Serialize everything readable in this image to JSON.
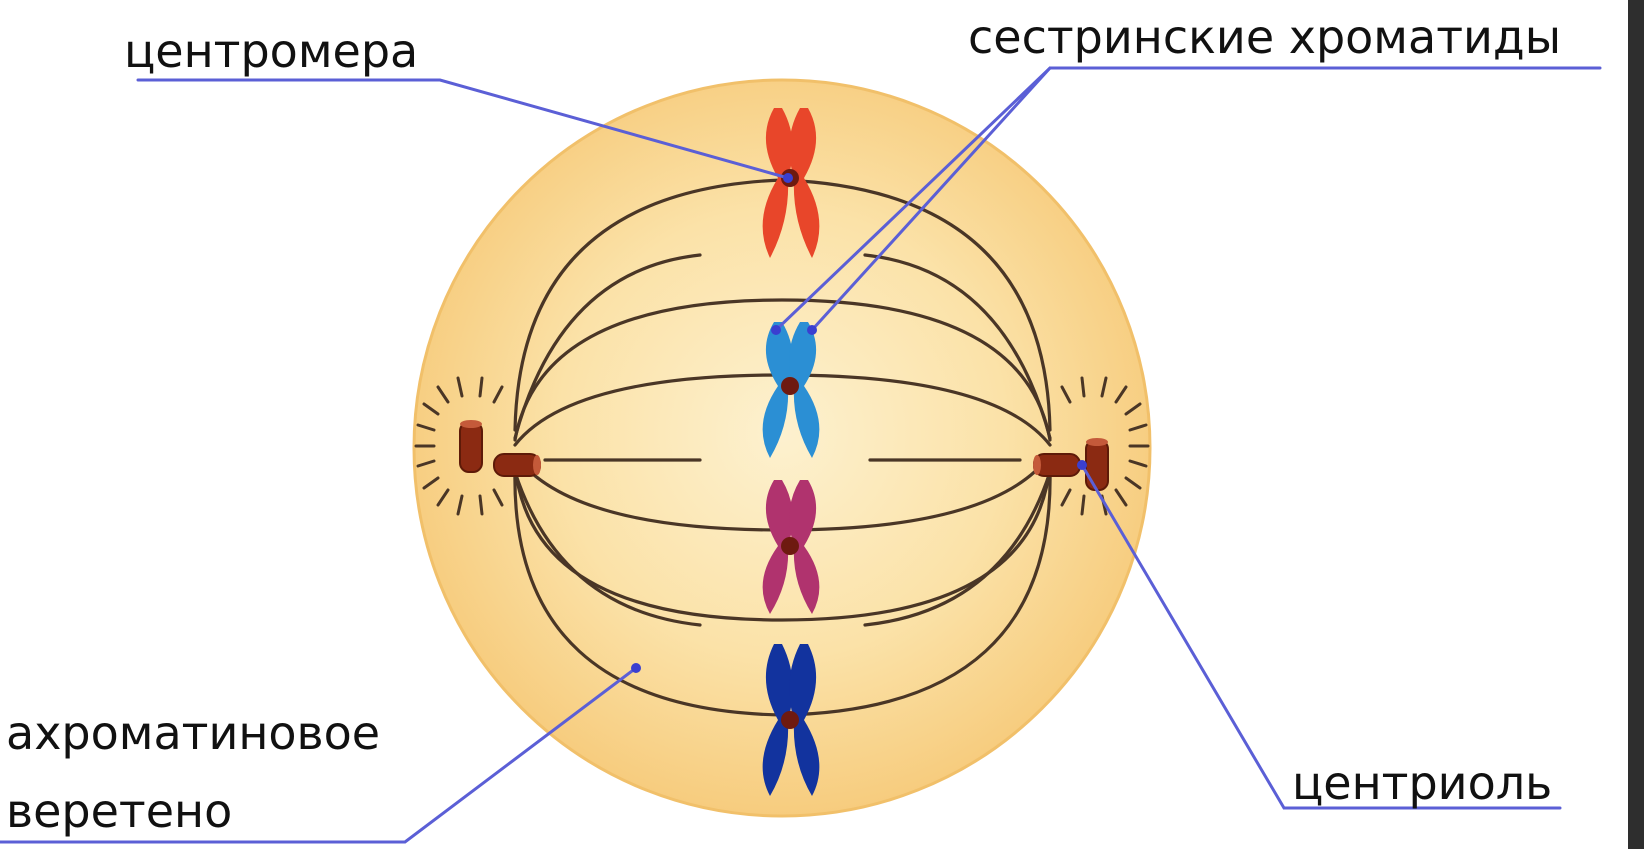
{
  "labels": {
    "centromere": "центромера",
    "sister_chromatids": "сестринские хроматиды",
    "spindle_line1": "ахроматиновое",
    "spindle_line2": "веретено",
    "centriole": "центриоль"
  },
  "colors": {
    "cell_fill": "#f9d590",
    "cell_center": "#fdf0cc",
    "spindle_fiber": "#4a3626",
    "leader_line": "#5b5fd6",
    "chromosome_red": "#e8462a",
    "chromosome_lightblue": "#2b8fd4",
    "chromosome_magenta": "#b0336e",
    "chromosome_navy": "#12339e",
    "centromere_dot": "#6e1a10",
    "centriole": "#8b2a12"
  },
  "icons": {
    "chromosome": "x-shaped-chromosome-icon",
    "centriole": "cylinder-pair-icon"
  }
}
